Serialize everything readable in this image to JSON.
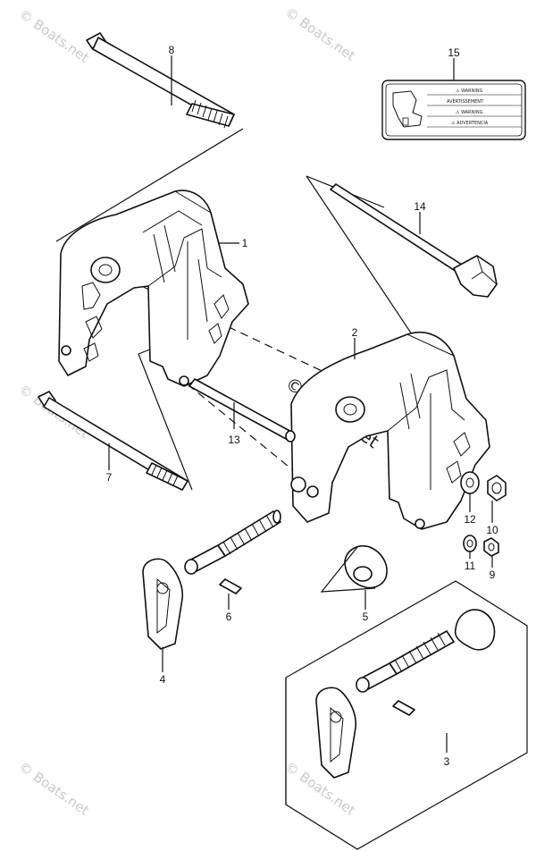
{
  "watermarks": {
    "corner_text": "© Boats.net",
    "center_text": "© Boats.net"
  },
  "callouts": [
    {
      "id": "8",
      "label": "8"
    },
    {
      "id": "15",
      "label": "15"
    },
    {
      "id": "14",
      "label": "14"
    },
    {
      "id": "1",
      "label": "1"
    },
    {
      "id": "2",
      "label": "2"
    },
    {
      "id": "13",
      "label": "13"
    },
    {
      "id": "7",
      "label": "7"
    },
    {
      "id": "12",
      "label": "12"
    },
    {
      "id": "10",
      "label": "10"
    },
    {
      "id": "11",
      "label": "11"
    },
    {
      "id": "9",
      "label": "9"
    },
    {
      "id": "6",
      "label": "6"
    },
    {
      "id": "5",
      "label": "5"
    },
    {
      "id": "4",
      "label": "4"
    },
    {
      "id": "3",
      "label": "3"
    }
  ],
  "warning_label": {
    "line1": "⚠ WARNING",
    "line2": "AVERTISSEMENT",
    "line3": "⚠ WARNING",
    "line4": "⚠ ADVERTENCIA"
  },
  "colors": {
    "line": "#111111",
    "watermark": "#c9c9c9",
    "background": "#ffffff"
  }
}
